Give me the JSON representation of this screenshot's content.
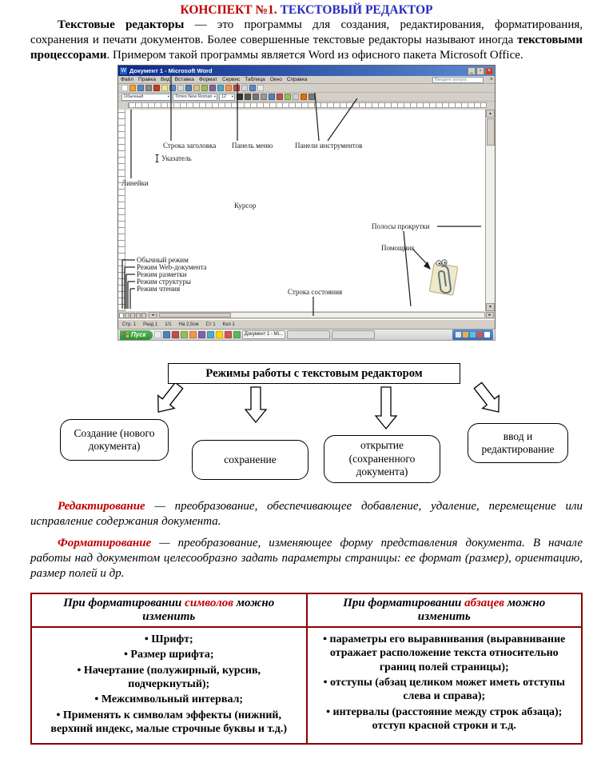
{
  "title": {
    "red": "КОНСПЕКТ №1.",
    "blue": " ТЕКСТОВЫЙ РЕДАКТОР"
  },
  "intro": {
    "bold1": "Текстовые редакторы",
    "text1": " — это программы для создания, редактирования, форматирования, сохранения и печати документов. Более совершенные текстовые редакторы называют иногда ",
    "bold2": "текстовыми процессорами",
    "text2": ". Примером такой программы является Word из офисного пакета Microsoft Office."
  },
  "word_window": {
    "titlebar": "Документ 1 - Microsoft Word",
    "menu": [
      "Файл",
      "Правка",
      "Вид",
      "Вставка",
      "Формат",
      "Сервис",
      "Таблица",
      "Окно",
      "Справка"
    ],
    "ask_box": "Введите вопрос",
    "style_combo": "Обычный",
    "font_combo": "Times New Roman",
    "size_combo": "12",
    "status_segments": [
      "Стр. 1",
      "Разд 1",
      "1/1",
      "На 2,5см",
      "Ст 1",
      "Кол 1"
    ],
    "start_label": "Пуск",
    "task_button": "Документ 1 - Mi...",
    "callouts": {
      "title_bar": "Строка заголовка",
      "menu_bar": "Панель меню",
      "toolbars": "Панели инструментов",
      "pointer": "Указатель",
      "rulers": "Линейки",
      "cursor": "Курсор",
      "scrollbars": "Полосы прокрутки",
      "assistant": "Помощник",
      "mode_normal": "Обычный режим",
      "mode_web": "Режим Web-документа",
      "mode_layout": "Режим разметки",
      "mode_outline": "Режим структуры",
      "mode_reading": "Режим чтения",
      "status_bar": "Строка состояния"
    },
    "toolbar1_colors": [
      "#ffffff",
      "#e8a33d",
      "#5b87c5",
      "#8a8a8a",
      "#c23b22",
      "#f0e68c",
      "#5b87c5",
      "#d8d8d8",
      "#4f81bd",
      "#e0c080",
      "#9bbb59",
      "#8064a2",
      "#4bacc6",
      "#f79646",
      "#c0504d",
      "#d8d8d8",
      "#5b87c5",
      "#ececec"
    ],
    "toolbar2_colors": [
      "#333333",
      "#555555",
      "#777777",
      "#999999",
      "#4f81bd",
      "#c0504d",
      "#9bbb59",
      "#d0d0d0",
      "#e36c09",
      "#7a7a7a"
    ],
    "taskbar_icon_colors": [
      "#eaeaea",
      "#4f81bd",
      "#c0504d",
      "#9bbb59",
      "#f79646",
      "#8064a2",
      "#4bacc6",
      "#ffd700",
      "#d9534f",
      "#5cb85c"
    ],
    "tray_icon_colors": [
      "#e6e6e6",
      "#f0ad4e",
      "#5bc0de",
      "#d9534f",
      "#ffffff"
    ]
  },
  "flowchart": {
    "root": "Режимы работы с текстовым редактором",
    "node1": "Создание (нового документа)",
    "node2": "сохранение",
    "node3": "открытие (сохраненного документа)",
    "node4": "ввод и редактирование"
  },
  "editing": {
    "lead": "Редактирование",
    "text": " — преобразование, обеспечивающее добавление, удаление, перемещение или исправление содержания документа."
  },
  "formatting": {
    "lead": "Форматирование",
    "text": " — преобразование, изменяющее форму представления документа. В начале работы над документом целесообразно задать параметры страницы: ее формат (размер), ориентацию, размер полей и др."
  },
  "table": {
    "header1": {
      "pre": "При форматировании ",
      "red": "символов",
      "post": " можно изменить"
    },
    "header2": {
      "pre": "При форматировании ",
      "red": "абзацев",
      "post": " можно изменить"
    },
    "col1": [
      "Шрифт;",
      "Размер шрифта;",
      "Начертание (полужирный, курсив, подчеркнутый);",
      "Межсимвольный интервал;",
      "Применять к символам эффекты (нижний, верхний индекс, малые строчные буквы и т.д.)"
    ],
    "col2": [
      "параметры его выравнивания (выравнивание отражает расположение текста относительно границ полей страницы);",
      "отступы (абзац целиком может иметь отступы слева и справа);",
      "интервалы (расстояние между строк абзаца); отступ красной строки и т.д."
    ]
  },
  "colors": {
    "accent_red": "#c00000",
    "accent_blue": "#2a2ac0",
    "table_border": "#8b0000"
  }
}
